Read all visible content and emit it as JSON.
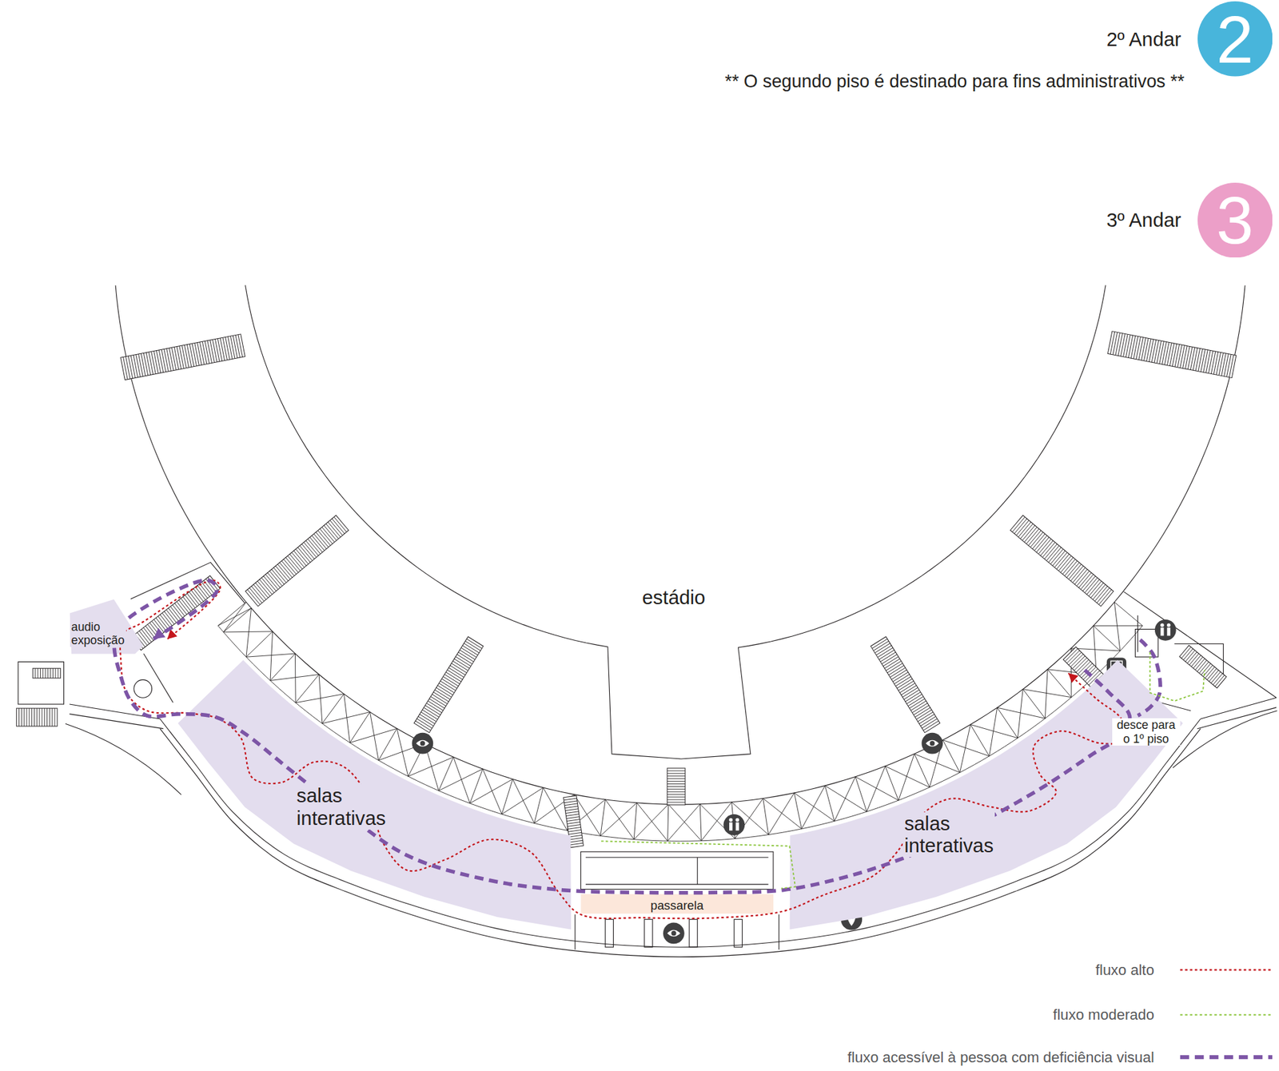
{
  "diagram": {
    "nodes": [
      {
        "text": [
          "2º Andar",
          "2"
        ]
      },
      {
        "text": [
          "3º Andar",
          "3"
        ]
      },
      {
        "text": [
          "estádio"
        ]
      },
      {
        "text": [
          "audio exposição"
        ]
      },
      {
        "text": [
          "salas interativas"
        ]
      },
      {
        "text": [
          "passarela"
        ]
      },
      {
        "text": [
          "salas interativas"
        ]
      }
    ],
    "labels": [
      "** O segundo piso é destinado para fins administrativos **",
      "desce para o 1º piso"
    ],
    "legend": [
      {
        "text": "fluxo alto"
      },
      {
        "text": "fluxo moderado"
      },
      {
        "text": "fluxo acessível à pessoa com deficiência visual"
      }
    ]
  }
}
